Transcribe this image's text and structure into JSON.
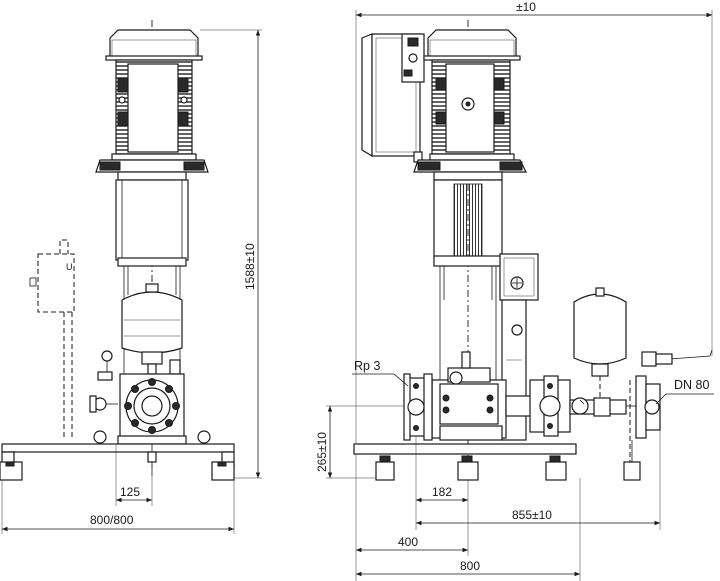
{
  "dimensions": {
    "top_tolerance": "±10",
    "total_height": "1588±10",
    "base_height": "265±10",
    "left_offset": "125",
    "left_base_width": "800/800",
    "offset_182": "182",
    "length_855": "855±10",
    "width_400": "400",
    "width_800": "800"
  },
  "labels": {
    "inlet_thread": "Rp 3",
    "outlet_flange": "DN 80"
  }
}
